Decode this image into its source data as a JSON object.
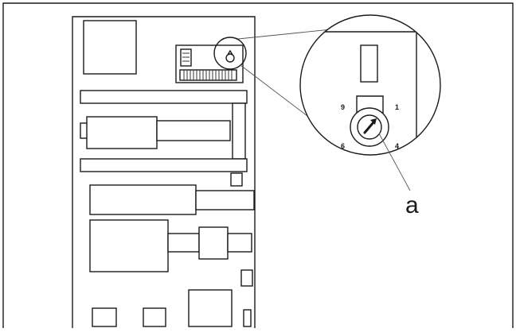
{
  "dial": {
    "positions": {
      "top_left": "9",
      "top_right": "1",
      "bottom_left": "6",
      "bottom_right": "4"
    }
  },
  "callout": {
    "label": "a"
  },
  "colors": {
    "line": "#1a1a1a",
    "background": "#ffffff"
  }
}
